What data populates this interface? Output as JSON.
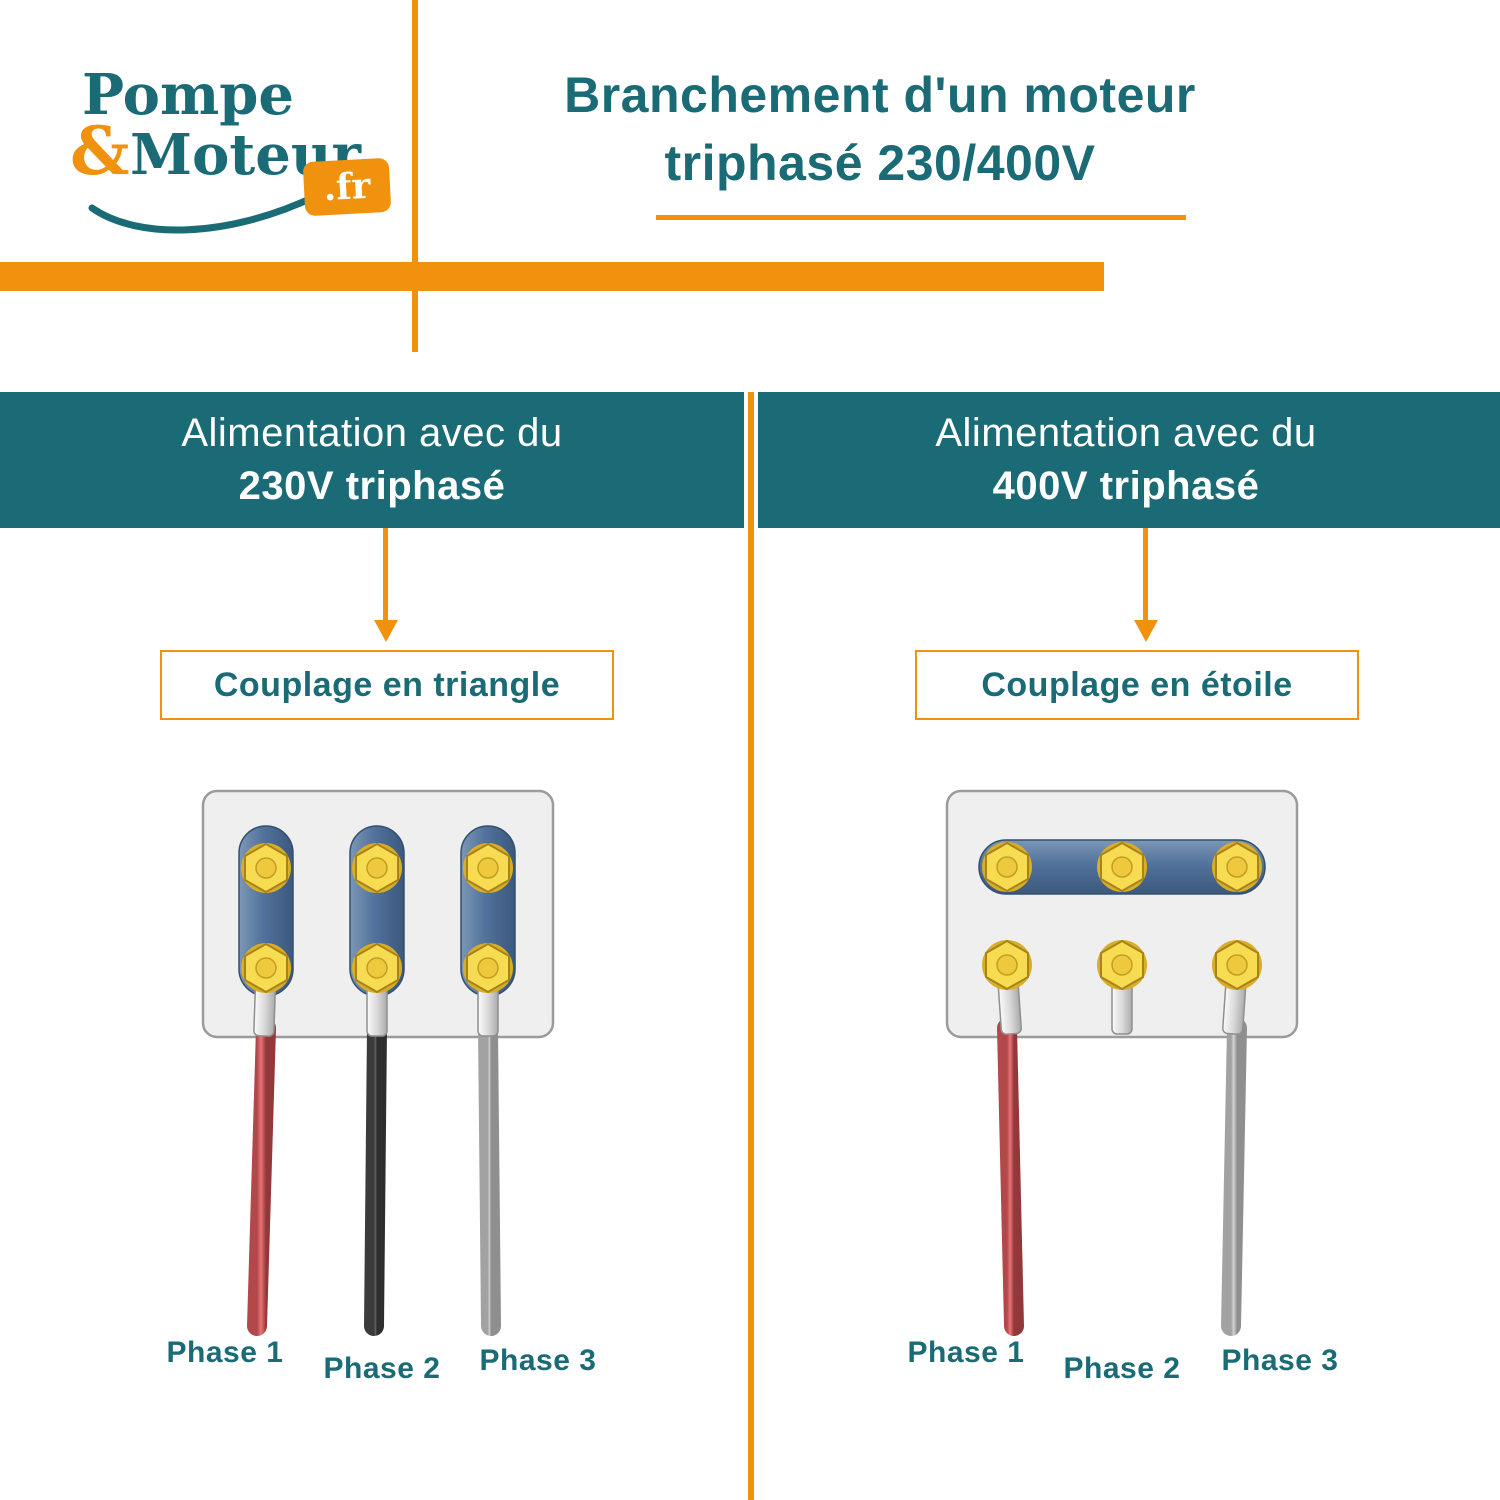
{
  "logo": {
    "word_top": "Pompe",
    "ampersand": "&",
    "word_bottom": "Moteur",
    "domain": ".fr"
  },
  "title": {
    "line1": "Branchement d'un moteur",
    "line2": "triphasé 230/400V"
  },
  "left": {
    "header_line1": "Alimentation avec du",
    "header_line2": "230V triphasé",
    "coupling_label": "Couplage en triangle",
    "phase1": "Phase 1",
    "phase2": "Phase 2",
    "phase3": "Phase 3"
  },
  "right": {
    "header_line1": "Alimentation avec du",
    "header_line2": "400V triphasé",
    "coupling_label": "Couplage en étoile",
    "phase1": "Phase 1",
    "phase2": "Phase 2",
    "phase3": "Phase 3"
  },
  "colors": {
    "teal": "#1A6B75",
    "orange": "#F0920E",
    "wire_red": "#E0595B",
    "wire_dark": "#4C4C4C",
    "wire_gray": "#BDBDBD",
    "terminal_yellow": "#F7DC52",
    "busbar_blue": "#51729B"
  }
}
